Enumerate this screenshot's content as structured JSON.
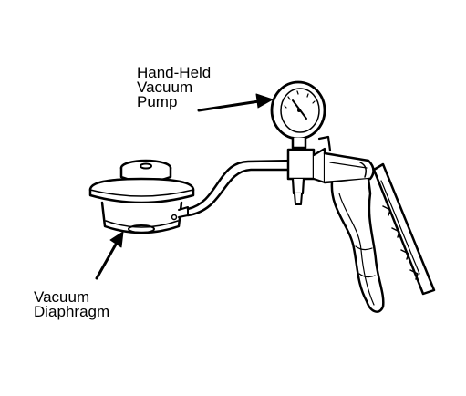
{
  "labels": {
    "pump": {
      "line1": "Hand-Held",
      "line2": "Vacuum",
      "line3": "Pump"
    },
    "diaphragm": {
      "line1": "Vacuum",
      "line2": "Diaphragm"
    }
  },
  "colors": {
    "ink": "#000000",
    "paper": "#ffffff"
  }
}
